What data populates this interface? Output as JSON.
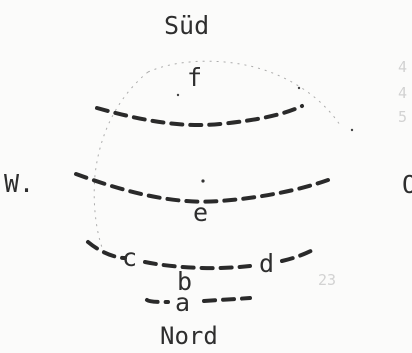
{
  "directions": {
    "south": "Süd",
    "north": "Nord",
    "west": "W.",
    "east": "O"
  },
  "labels": {
    "a": "a",
    "b": "b",
    "c": "c",
    "d": "d",
    "e": "e",
    "f": "f"
  },
  "show_through": [
    "4",
    "4",
    "5",
    "23"
  ]
}
